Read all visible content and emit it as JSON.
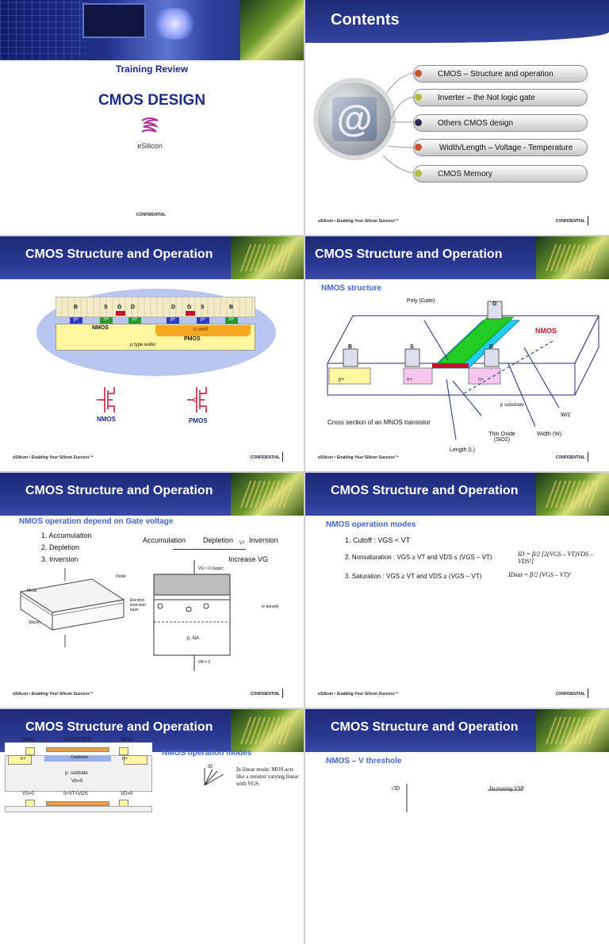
{
  "slide1": {
    "subtitle": "Training Review",
    "title": "CMOS DESIGN",
    "logo_text": "eSilicon",
    "confidential": "CONFIDENTIAL"
  },
  "slide2": {
    "title": "Contents",
    "items": [
      "CMOS – Structure and operation",
      "Inverter – the Not logic gate",
      "Others CMOS design",
      "Width/Length – Voltage - Temperature",
      "CMOS Memory"
    ],
    "dot_colors": [
      "#c8502a",
      "#b8b83a",
      "#2a2a5a",
      "#c8502a",
      "#b8b83a"
    ]
  },
  "footer": {
    "left": "eSilicon • Enabling Your Silicon Success™",
    "right": "CONFIDENTIAL"
  },
  "slide3": {
    "title": "CMOS Structure and Operation",
    "nmos": "NMOS",
    "pmos": "PMOS",
    "wafer": "p type wafer",
    "nwell": "n-well",
    "terminals": [
      "B",
      "S",
      "G",
      "D",
      "D",
      "G",
      "S",
      "B"
    ],
    "dopants": [
      "p+",
      "n+",
      "n+",
      "p+",
      "p+",
      "n+"
    ]
  },
  "slide4": {
    "title": "CMOS Structure and Operation",
    "subtitle": "NMOS structure",
    "poly": "Poly (Gate)",
    "nmos": "NMOS",
    "caption": "Cross section of an MNOS transistor",
    "w2": "W/2",
    "width": "Width (W)",
    "oxide": "Thin Oxide (SiO2)",
    "length": "Length (L)",
    "substrate": "p substrate",
    "b": "B",
    "s": "S",
    "g": "G",
    "d": "D",
    "p": "p+",
    "n1": "n+",
    "n2": "n+"
  },
  "slide5": {
    "title": "CMOS Structure and Operation",
    "subtitle": "NMOS operation depend on Gate voltage",
    "list": [
      "1. Accumulation",
      "2. Depletion",
      "3. Inversion"
    ],
    "accum": "Accumulation",
    "depl": "Depletion",
    "vt": "VT",
    "inv": "Inversion",
    "increase": "Increase VG",
    "metal": "Metal",
    "oxide": "Oxide",
    "silicon": "Silicon",
    "electron": "Electron inversion layer",
    "density": "Ie density",
    "pna": "p, NA",
    "vg_large": "VG > 0 (large)",
    "vb": "VB = 0"
  },
  "slide6": {
    "title": "CMOS Structure and Operation",
    "subtitle": "NMOS operation modes",
    "modes": [
      "1. Cutoff : VGS < VT",
      "2. Nonsaturation : VGS ≥ VT and VDS ≤ (VGS – VT)",
      "3. Saturation : VGS ≥ VT and VDS ≥ (VGS – VT)"
    ],
    "eq1": "ID = β/2 [2(VGS – VT)VDS – VDS²]",
    "eq2": "IDsat = β/2 (VGS – VT)²"
  },
  "slide7": {
    "title": "CMOS Structure and Operation",
    "subtitle": "NMOS operation modes",
    "labels_top": [
      "VS=0",
      "0<VGS<VTS",
      "VD=0"
    ],
    "depletion": "Depletion",
    "substrate": "p- subtrate",
    "vb": "Vb=0",
    "labels_mid": [
      "VS=0",
      "0<VT<VGS",
      "VD=0"
    ],
    "nplus": "n+",
    "linear": "In linear mode, MOS acts like a resistor varying linear with VGS",
    "id": "ID"
  },
  "slide8": {
    "title": "CMOS Structure and Operation",
    "subtitle": "NMOS – V threshole",
    "increasing": "Increasing VSB",
    "sqrt": "√ID"
  }
}
